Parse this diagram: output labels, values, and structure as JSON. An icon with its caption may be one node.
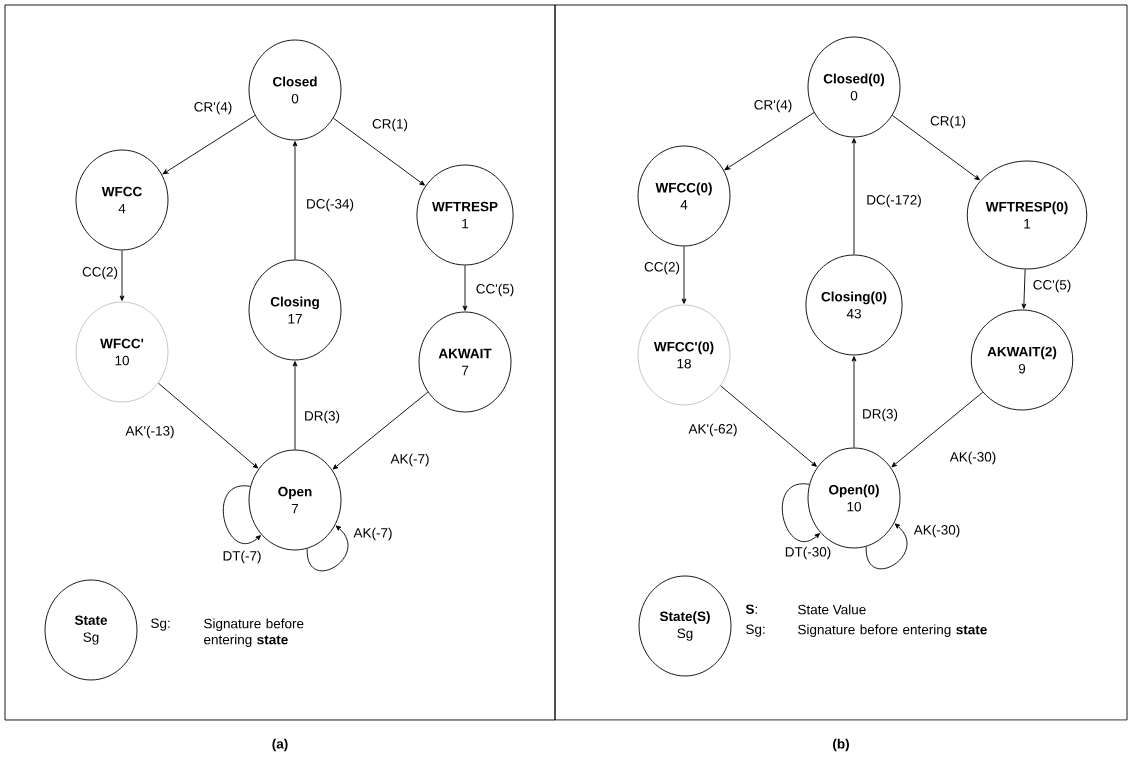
{
  "diagram": {
    "nodes": [
      {
        "text": [],
        "shape": "box",
        "beside": [
          "(a)"
        ]
      },
      {
        "text": [
          "Closed",
          "0"
        ],
        "in": 0
      },
      {
        "text": [
          "WFCC",
          "4"
        ],
        "in": 0
      },
      {
        "text": [
          "WFTRESP",
          "1"
        ],
        "in": 0
      },
      {
        "text": [
          "Closing",
          "17"
        ],
        "in": 0
      },
      {
        "text": [
          "WFCC'",
          "10"
        ],
        "in": 0
      },
      {
        "text": [
          "AKWAIT",
          "7"
        ],
        "in": 0
      },
      {
        "text": [
          "Open",
          "7"
        ],
        "in": 0
      },
      {
        "text": [
          "State",
          "Sg"
        ],
        "in": 0
      },
      {
        "text": [],
        "shape": "box",
        "beside": [
          "(b)"
        ]
      },
      {
        "text": [
          "Closed(0)",
          "0"
        ],
        "in": 9
      },
      {
        "text": [
          "WFCC(0)",
          "4"
        ],
        "in": 9
      },
      {
        "text": [
          "WFTRESP(0)",
          "1"
        ],
        "in": 9
      },
      {
        "text": [
          "Closing(0)",
          "43"
        ],
        "in": 9
      },
      {
        "text": [
          "WFCC'(0)",
          "18"
        ],
        "in": 9
      },
      {
        "text": [
          "AKWAIT(2)",
          "9"
        ],
        "in": 9
      },
      {
        "text": [
          "Open(0)",
          "10"
        ],
        "in": 9
      },
      {
        "text": [
          "State(S)",
          "Sg"
        ],
        "in": 9
      }
    ],
    "edges": [
      {
        "from": 1,
        "to": 2,
        "arrow": "to",
        "label": "CR'(4)"
      },
      {
        "from": 1,
        "to": 3,
        "arrow": "to",
        "label": "CR(1)"
      },
      {
        "from": 4,
        "to": 1,
        "arrow": "to",
        "label": "DC(-34)"
      },
      {
        "from": 2,
        "to": 5,
        "arrow": "to",
        "label": "CC(2)"
      },
      {
        "from": 3,
        "to": 6,
        "arrow": "to",
        "label": "CC'(5)"
      },
      {
        "from": 7,
        "to": 4,
        "arrow": "to",
        "label": "DR(3)"
      },
      {
        "from": 5,
        "to": 7,
        "arrow": "to",
        "label": "AK'(-13)"
      },
      {
        "from": 6,
        "to": 7,
        "arrow": "to",
        "label": "AK(-7)"
      },
      {
        "from": 7,
        "to": 7,
        "arrow": "to",
        "label": "DT(-7)"
      },
      {
        "from": 7,
        "to": 7,
        "arrow": "to",
        "label": "AK(-7)"
      },
      {
        "from": 10,
        "to": 11,
        "arrow": "to",
        "label": "CR'(4)"
      },
      {
        "from": 10,
        "to": 12,
        "arrow": "to",
        "label": "CR(1)"
      },
      {
        "from": 13,
        "to": 10,
        "arrow": "to",
        "label": "DC(-172)"
      },
      {
        "from": 11,
        "to": 14,
        "arrow": "to",
        "label": "CC(2)"
      },
      {
        "from": 12,
        "to": 15,
        "arrow": "to",
        "label": "CC'(5)"
      },
      {
        "from": 16,
        "to": 13,
        "arrow": "to",
        "label": "DR(3)"
      },
      {
        "from": 14,
        "to": 16,
        "arrow": "to",
        "label": "AK'(-62)"
      },
      {
        "from": 15,
        "to": 16,
        "arrow": "to",
        "label": "AK(-30)"
      },
      {
        "from": 16,
        "to": 16,
        "arrow": "to",
        "label": "DT(-30)"
      },
      {
        "from": 16,
        "to": 16,
        "arrow": "to",
        "label": "AK(-30)"
      }
    ],
    "labels": [
      "Sg:",
      "Signature before entering **state**",
      "**S**:",
      "State Value",
      "Sg:",
      "Signature before entering **state**"
    ]
  }
}
